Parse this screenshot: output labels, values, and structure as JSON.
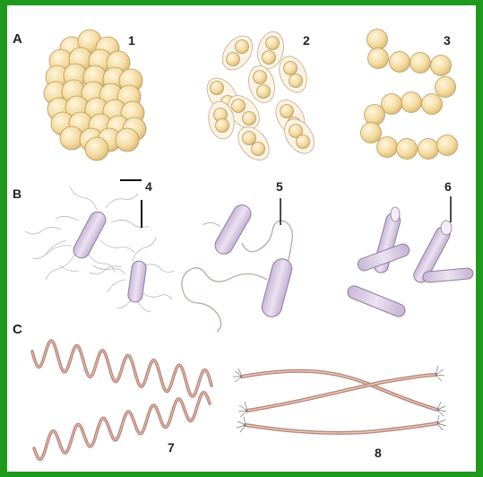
{
  "sections": [
    {
      "id": "A",
      "label": "A"
    },
    {
      "id": "B",
      "label": "B"
    },
    {
      "id": "C",
      "label": "C"
    }
  ],
  "panels": [
    {
      "number": "1",
      "label": "1"
    },
    {
      "number": "2",
      "label": "2"
    },
    {
      "number": "3",
      "label": "3"
    },
    {
      "number": "4",
      "label": "4"
    },
    {
      "number": "5",
      "label": "5"
    },
    {
      "number": "6",
      "label": "6"
    },
    {
      "number": "7",
      "label": "7"
    },
    {
      "number": "8",
      "label": "8"
    }
  ],
  "colors": {
    "border": "#1f9a1c",
    "coccus_fill": "#f6dfa6",
    "coccus_stroke": "#b89a5e",
    "rod_fill": "#ddd0e6",
    "rod_stroke": "#8f7c9f",
    "spiral": "#b98577"
  }
}
